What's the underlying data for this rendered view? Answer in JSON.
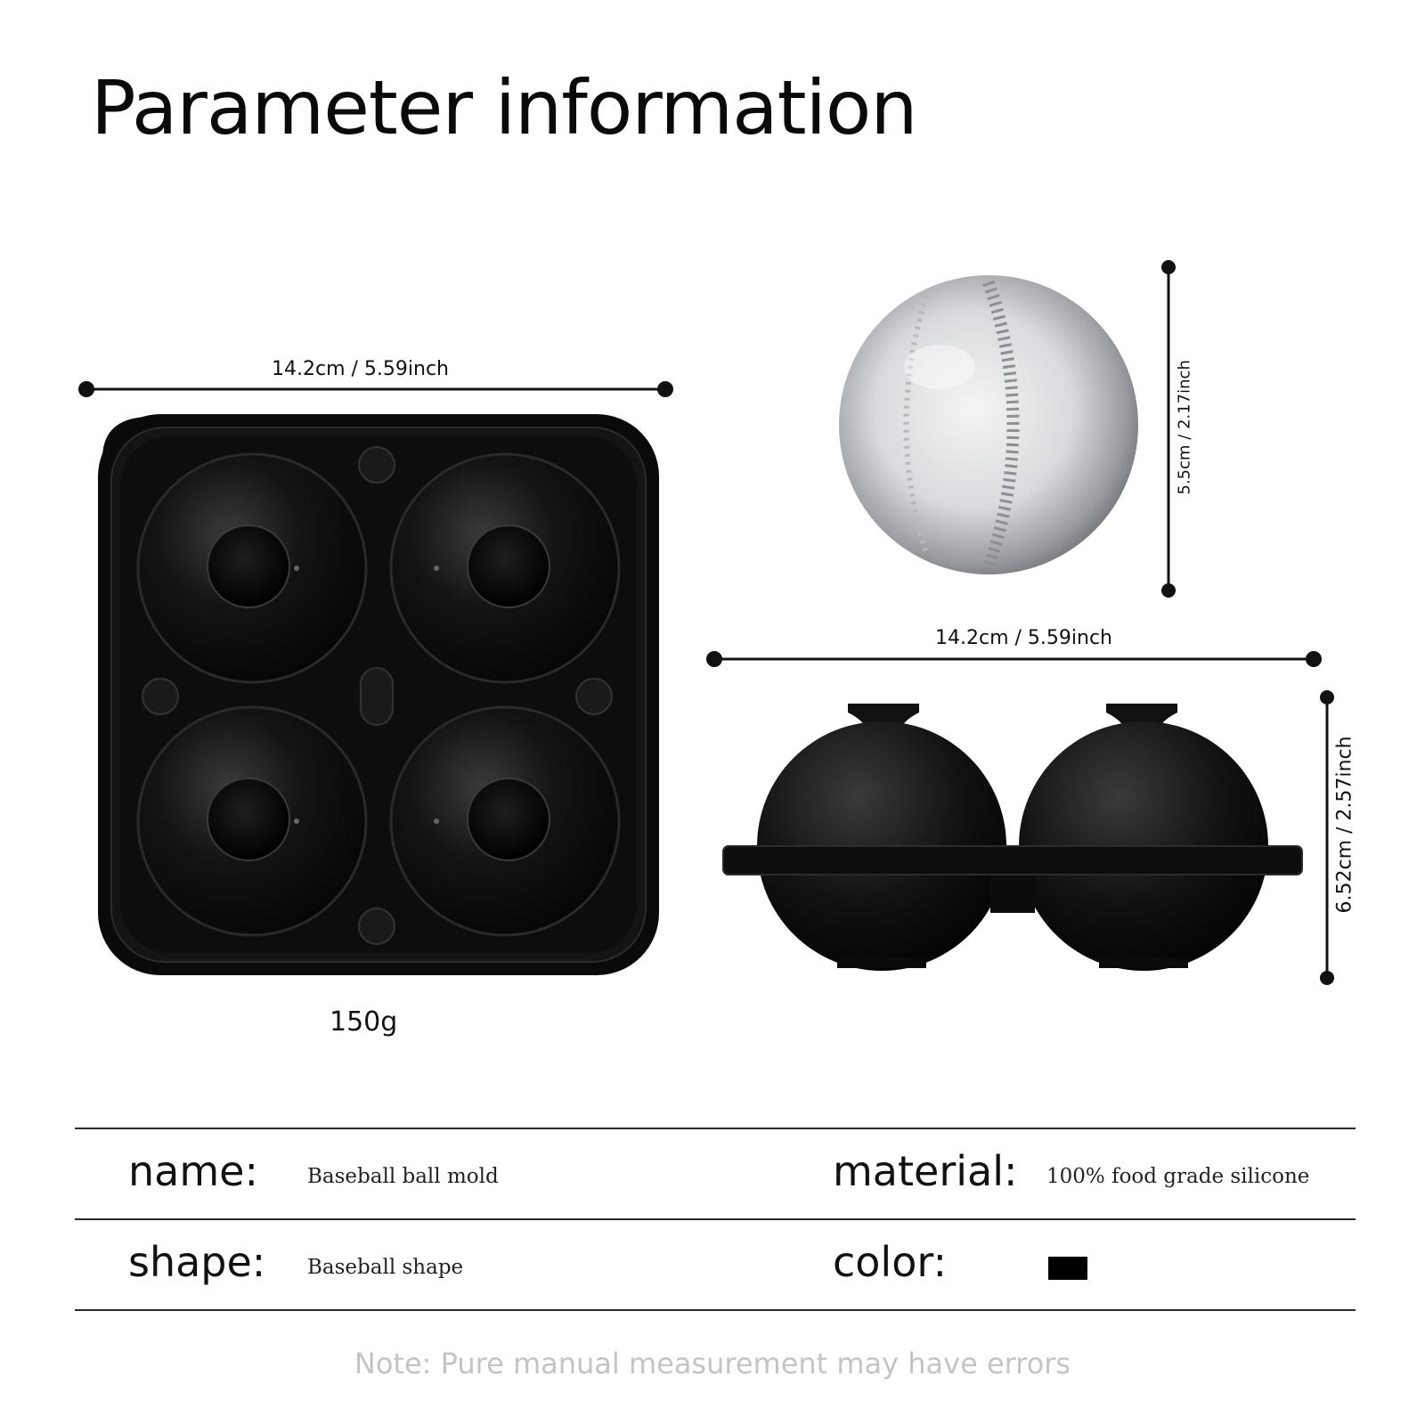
{
  "title": "Parameter information",
  "dimensions": {
    "top_view_width": "14.2cm / 5.59inch",
    "ball_diameter": "5.5cm / 2.17inch",
    "side_view_width": "14.2cm / 5.59inch",
    "side_view_height": "6.52cm / 2.57inch"
  },
  "weight": "150g",
  "specs": {
    "name_label": "name:",
    "name_value": "Baseball ball mold",
    "material_label": "material:",
    "material_value": "100% food grade silicone",
    "shape_label": "shape:",
    "shape_value": "Baseball shape",
    "color_label": "color:",
    "color_swatch": "#000000"
  },
  "note": "Note: Pure manual measurement may have errors"
}
